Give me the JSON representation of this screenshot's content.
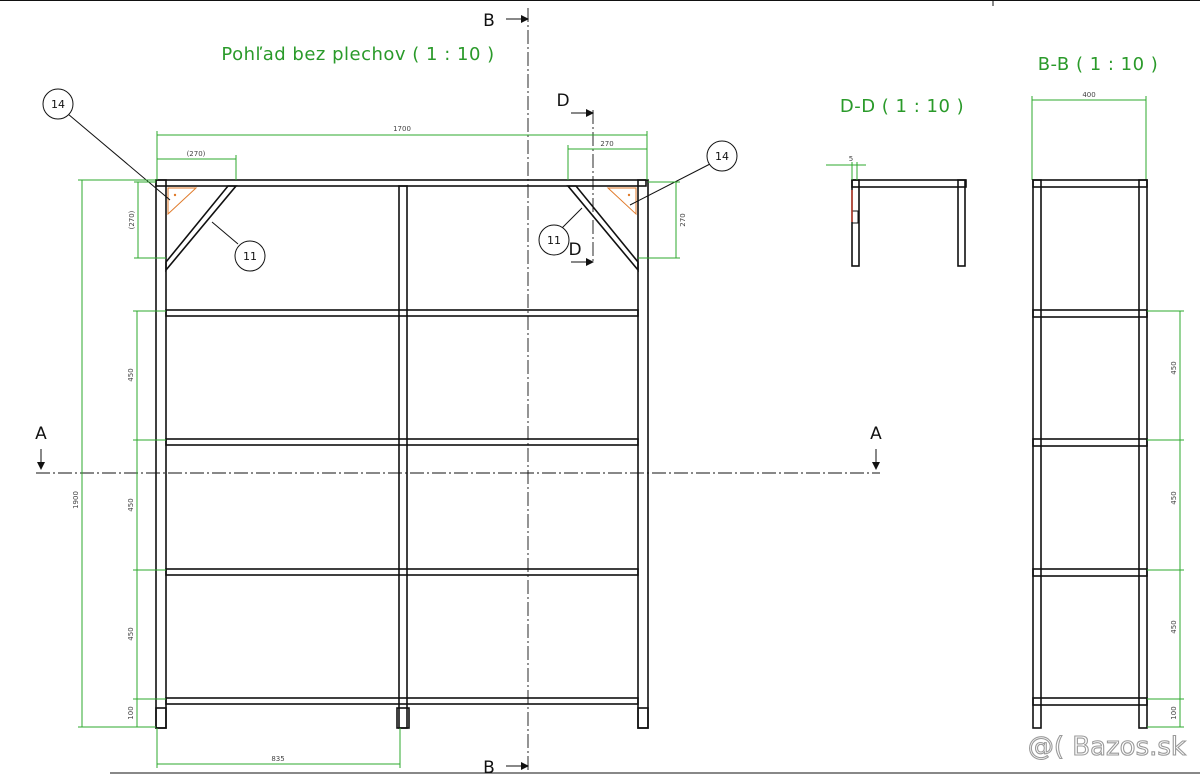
{
  "views": {
    "front_title": "Pohľad bez plechov ( 1 : 10 )",
    "dd_title": "D-D ( 1 : 10 )",
    "bb_title": "B-B ( 1 : 10 )"
  },
  "section_marks": {
    "a": "A",
    "b": "B",
    "d": "D"
  },
  "balloons": {
    "fourteen": "14",
    "eleven": "11"
  },
  "dimensions": {
    "width": "1700",
    "height": "1900",
    "gusset_ref": "(270)",
    "gusset": "270",
    "shelf_gap": "450",
    "bottom": "100",
    "bay": "835",
    "depth": "400",
    "profile": "5"
  },
  "watermark": "@( Bazos.sk"
}
